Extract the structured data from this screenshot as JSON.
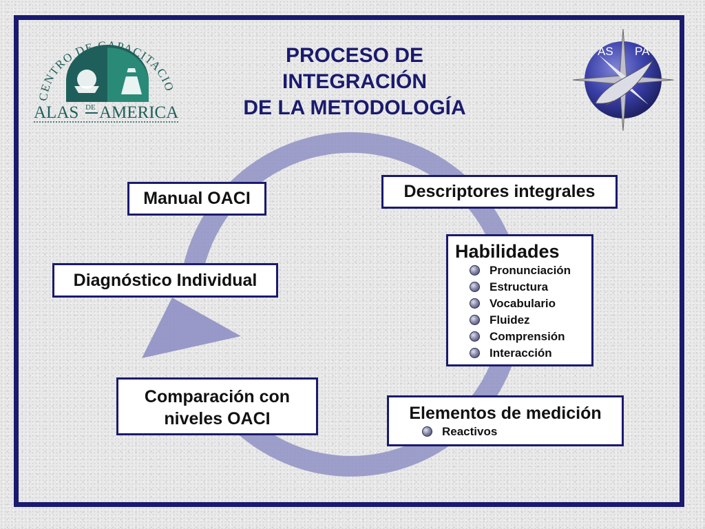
{
  "title": {
    "line1": "PROCESO DE",
    "line2": "INTEGRACIÓN",
    "line3": "DE LA METODOLOGÍA"
  },
  "logos": {
    "left_arc_text": "CENTRO DE CAPACITACION",
    "left_name_part1": "ALAS",
    "left_name_part2": "DE",
    "left_name_part3": "AMERICA",
    "right_text_left": "AS",
    "right_text_right": "PA"
  },
  "boxes": {
    "manual": "Manual OACI",
    "descriptores": "Descriptores integrales",
    "diagnostico": "Diagnóstico Individual",
    "habilidades": {
      "heading": "Habilidades",
      "items": [
        "Pronunciación",
        "Estructura",
        "Vocabulario",
        "Fluidez",
        "Comprensión",
        "Interacción"
      ]
    },
    "comparacion": {
      "line1": "Comparación con",
      "line2": "niveles OACI"
    },
    "elementos": {
      "heading": "Elementos de medición",
      "items": [
        "Reactivos"
      ]
    }
  },
  "colors": {
    "frame": "#1a1a6e",
    "title": "#1a1a6e",
    "cycle_arrow": "#8f90c4",
    "logo_teal": "#1f5f5b",
    "logo_green": "#2a8a78"
  }
}
